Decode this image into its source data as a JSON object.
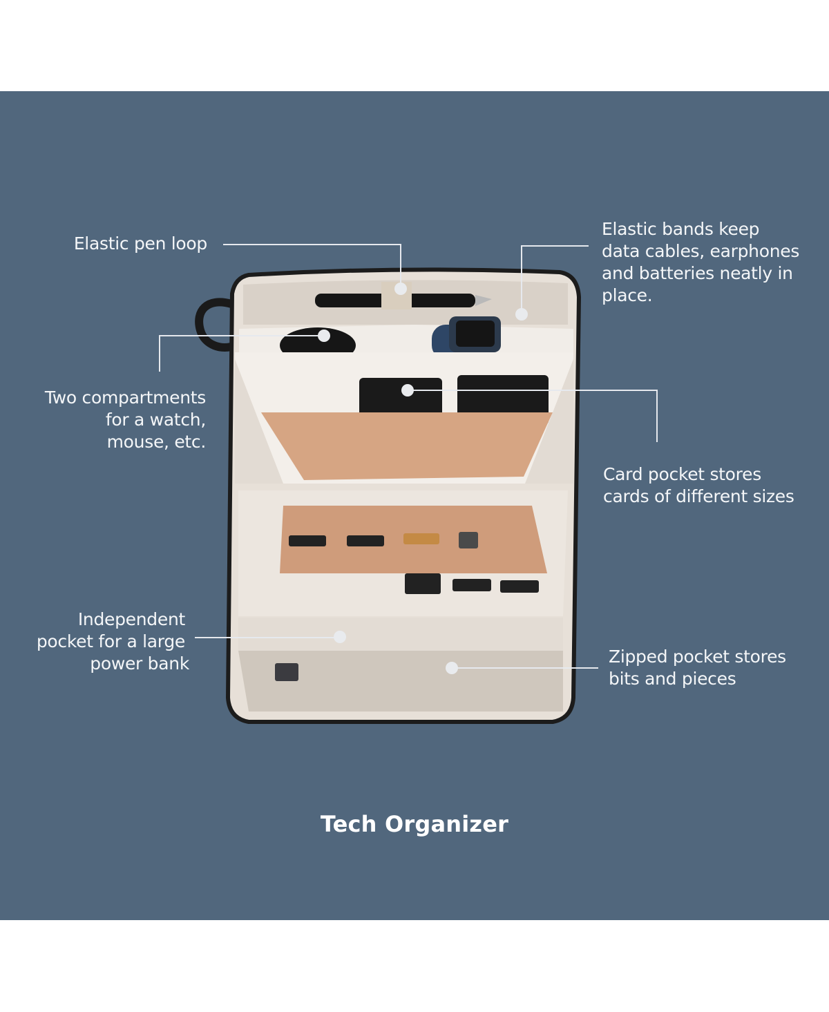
{
  "page": {
    "title": "Tech Organizer",
    "colors": {
      "background": "#51677d",
      "page_margin": "#ffffff",
      "text": "#f4f6f8",
      "callout_line": "#e6e9ee",
      "bag_lining": "#ece6df",
      "bag_leather": "#d6a583",
      "bag_zipper": "#1f1f1f"
    }
  },
  "callouts": {
    "pen_loop": {
      "lines": [
        "Elastic pen loop"
      ]
    },
    "elastic_bands": {
      "lines": [
        "Elastic bands keep",
        "data cables, earphones",
        "and batteries neatly in",
        "place."
      ]
    },
    "compartments": {
      "lines": [
        "Two compartments",
        "for a watch,",
        "mouse, etc."
      ]
    },
    "card_pocket": {
      "lines": [
        "Card pocket stores",
        "cards of different sizes"
      ]
    },
    "power_bank": {
      "lines": [
        "Independent",
        "pocket for a large",
        "power bank"
      ]
    },
    "zipped_pocket": {
      "lines": [
        "Zipped pocket stores",
        "bits and pieces"
      ]
    }
  },
  "product_image": {
    "subject": "open tech organizer pouch",
    "items_shown": [
      "pen",
      "wireless charger",
      "smartwatch",
      "cards",
      "SD cards",
      "USB drive",
      "USB cable"
    ]
  }
}
